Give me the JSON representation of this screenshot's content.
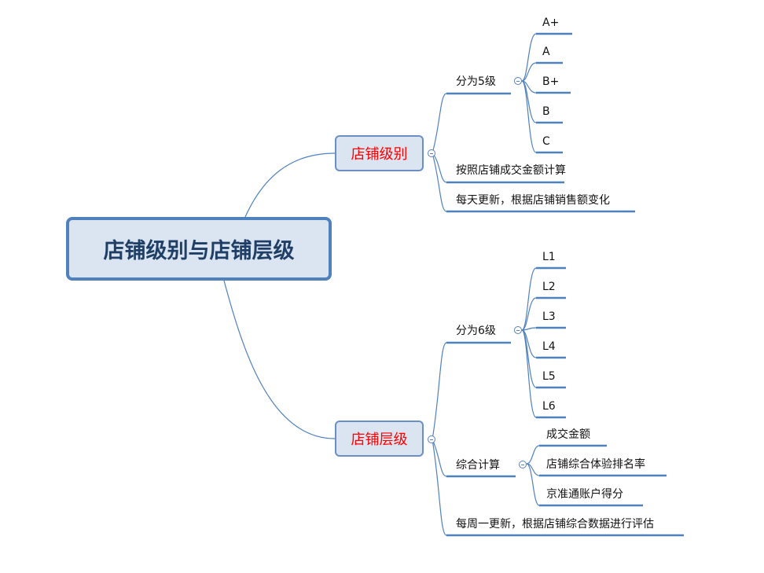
{
  "root": "店铺级别与店铺层级",
  "branches": [
    {
      "label": "店铺级别",
      "children": [
        {
          "label": "分为5级",
          "children": [
            "A+",
            "A",
            "B+",
            "B",
            "C"
          ]
        },
        {
          "label": "按照店铺成交金额计算"
        },
        {
          "label": "每天更新，根据店铺销售额变化"
        }
      ]
    },
    {
      "label": "店铺层级",
      "children": [
        {
          "label": "分为6级",
          "children": [
            "L1",
            "L2",
            "L3",
            "L4",
            "L5",
            "L6"
          ]
        },
        {
          "label": "综合计算",
          "children": [
            "成交金额",
            "店铺综合体验排名率",
            "京准通账户得分"
          ]
        },
        {
          "label": "每周一更新，根据店铺综合数据进行评估"
        }
      ]
    }
  ],
  "colors": {
    "line": "#4f81bd",
    "label_red": "#ff0000",
    "fill": "#dbe5f1"
  }
}
